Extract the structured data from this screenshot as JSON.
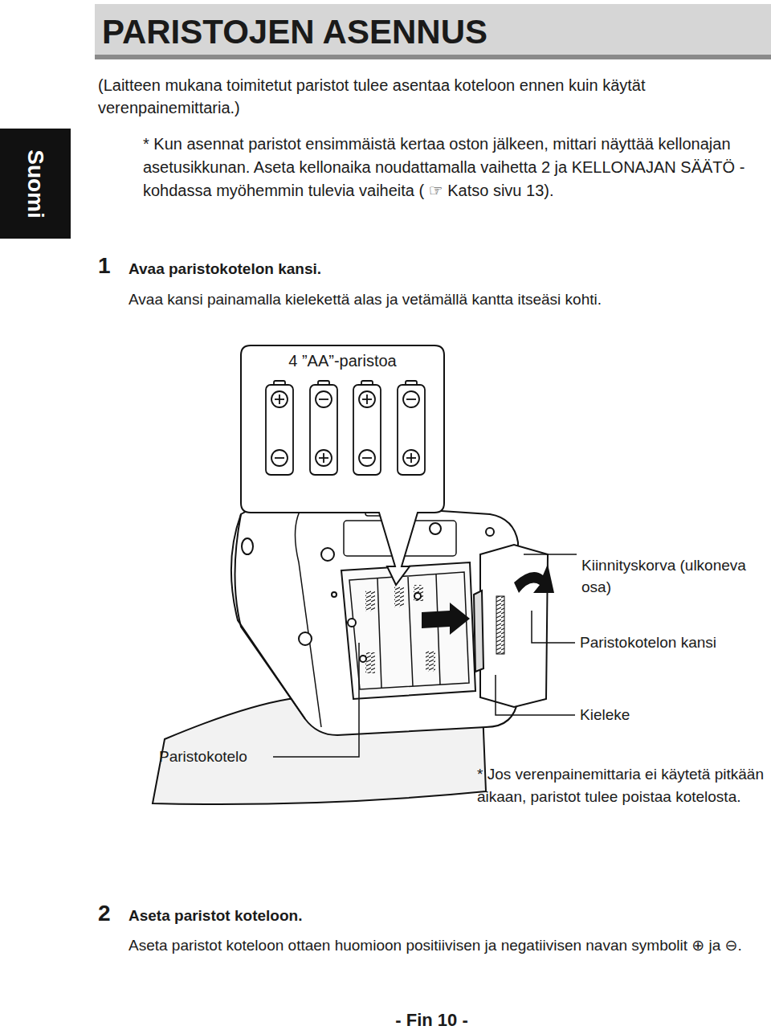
{
  "diagram": {
    "title": "PARISTOJEN ASENNUS",
    "nodes": [
      {
        "text": [
          "Suomi"
        ]
      },
      {
        "text": [
          "4 ”AA”-paristoa"
        ]
      }
    ],
    "labels": [
      "(Laitteen mukana toimitetut paristot tulee asentaa koteloon ennen kuin käytät verenpainemittaria.)",
      "* Kun asennat paristot ensimmäistä kertaa oston jälkeen, mittari näyttää kellonajan asetusikkunan. Aseta kellonaika noudattamalla vaihetta 2 ja KELLONAJAN SÄÄTÖ -kohdassa myöhemmin tulevia vaiheita ( ☞ Katso sivu 13).",
      "1",
      "Avaa paristokotelon kansi.",
      "Avaa kansi painamalla kielekettä alas ja vetämällä kantta itseäsi kohti.",
      "Kiinnityskorva (ulkoneva osa)",
      "Paristokotelon kansi",
      "Kieleke",
      "Paristokotelo",
      "* Jos verenpainemittaria ei käytetä pitkään aikaan, paristot tulee poistaa kotelosta.",
      "2",
      "Aseta paristot koteloon.",
      "Aseta paristot koteloon ottaen huomioon positiivisen ja negatiivisen navan symbolit ⊕ ja ⊖.",
      "- Fin 10 -"
    ]
  }
}
